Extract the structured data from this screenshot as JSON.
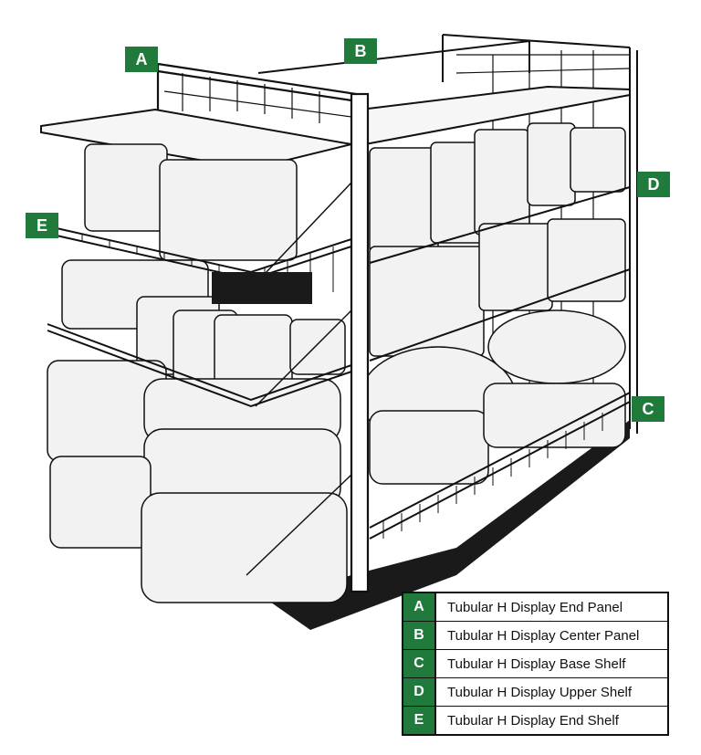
{
  "callouts": [
    {
      "key": "A"
    },
    {
      "key": "B"
    },
    {
      "key": "C"
    },
    {
      "key": "D"
    },
    {
      "key": "E"
    }
  ],
  "legend": [
    {
      "key": "A",
      "label": "Tubular H Display End Panel"
    },
    {
      "key": "B",
      "label": "Tubular H Display Center Panel"
    },
    {
      "key": "C",
      "label": "Tubular H Display Base Shelf"
    },
    {
      "key": "D",
      "label": "Tubular H Display Upper Shelf"
    },
    {
      "key": "E",
      "label": "Tubular H Display End Shelf"
    }
  ],
  "colors": {
    "accent_green": "#1f7a3c",
    "line": "#111111",
    "towel_fill": "#f2f2f2",
    "shadow": "#1a1a1a"
  }
}
